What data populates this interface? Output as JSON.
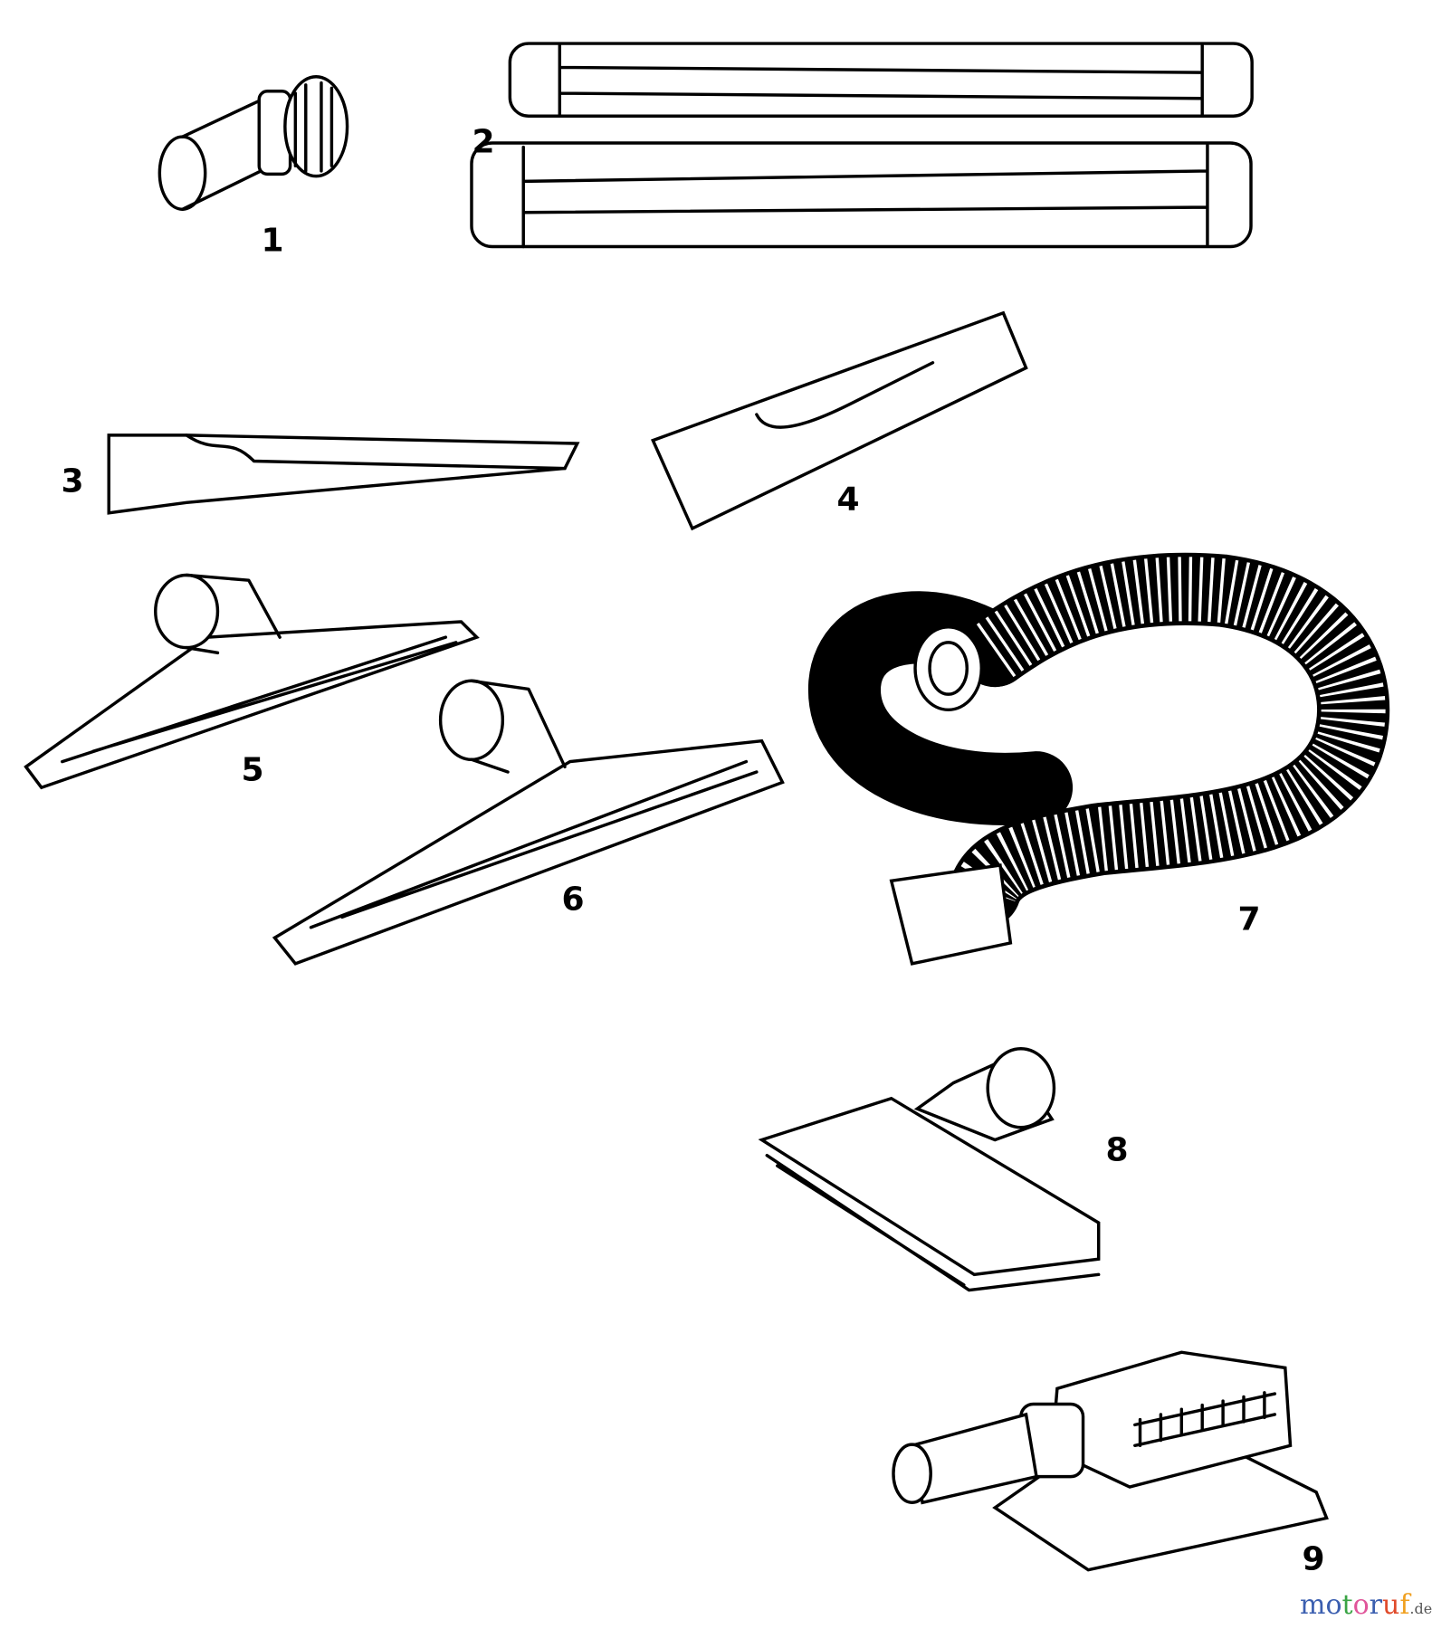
{
  "diagram": {
    "parts": [
      {
        "number": "1",
        "name": "dusting-brush"
      },
      {
        "number": "2",
        "name": "extension-wands"
      },
      {
        "number": "3",
        "name": "crevice-tool"
      },
      {
        "number": "4",
        "name": "utility-nozzle"
      },
      {
        "number": "5",
        "name": "floor-squeegee-small"
      },
      {
        "number": "6",
        "name": "floor-squeegee-large"
      },
      {
        "number": "7",
        "name": "hose"
      },
      {
        "number": "8",
        "name": "floor-nozzle"
      },
      {
        "number": "9",
        "name": "sander-adapter"
      }
    ]
  },
  "watermark": {
    "text": "motoruf",
    "suffix": ".de",
    "letter_colors": [
      "#3b5fb0",
      "#3b5fb0",
      "#3aa445",
      "#e0559a",
      "#3b5fb0",
      "#e04a2a",
      "#f0a020"
    ]
  }
}
